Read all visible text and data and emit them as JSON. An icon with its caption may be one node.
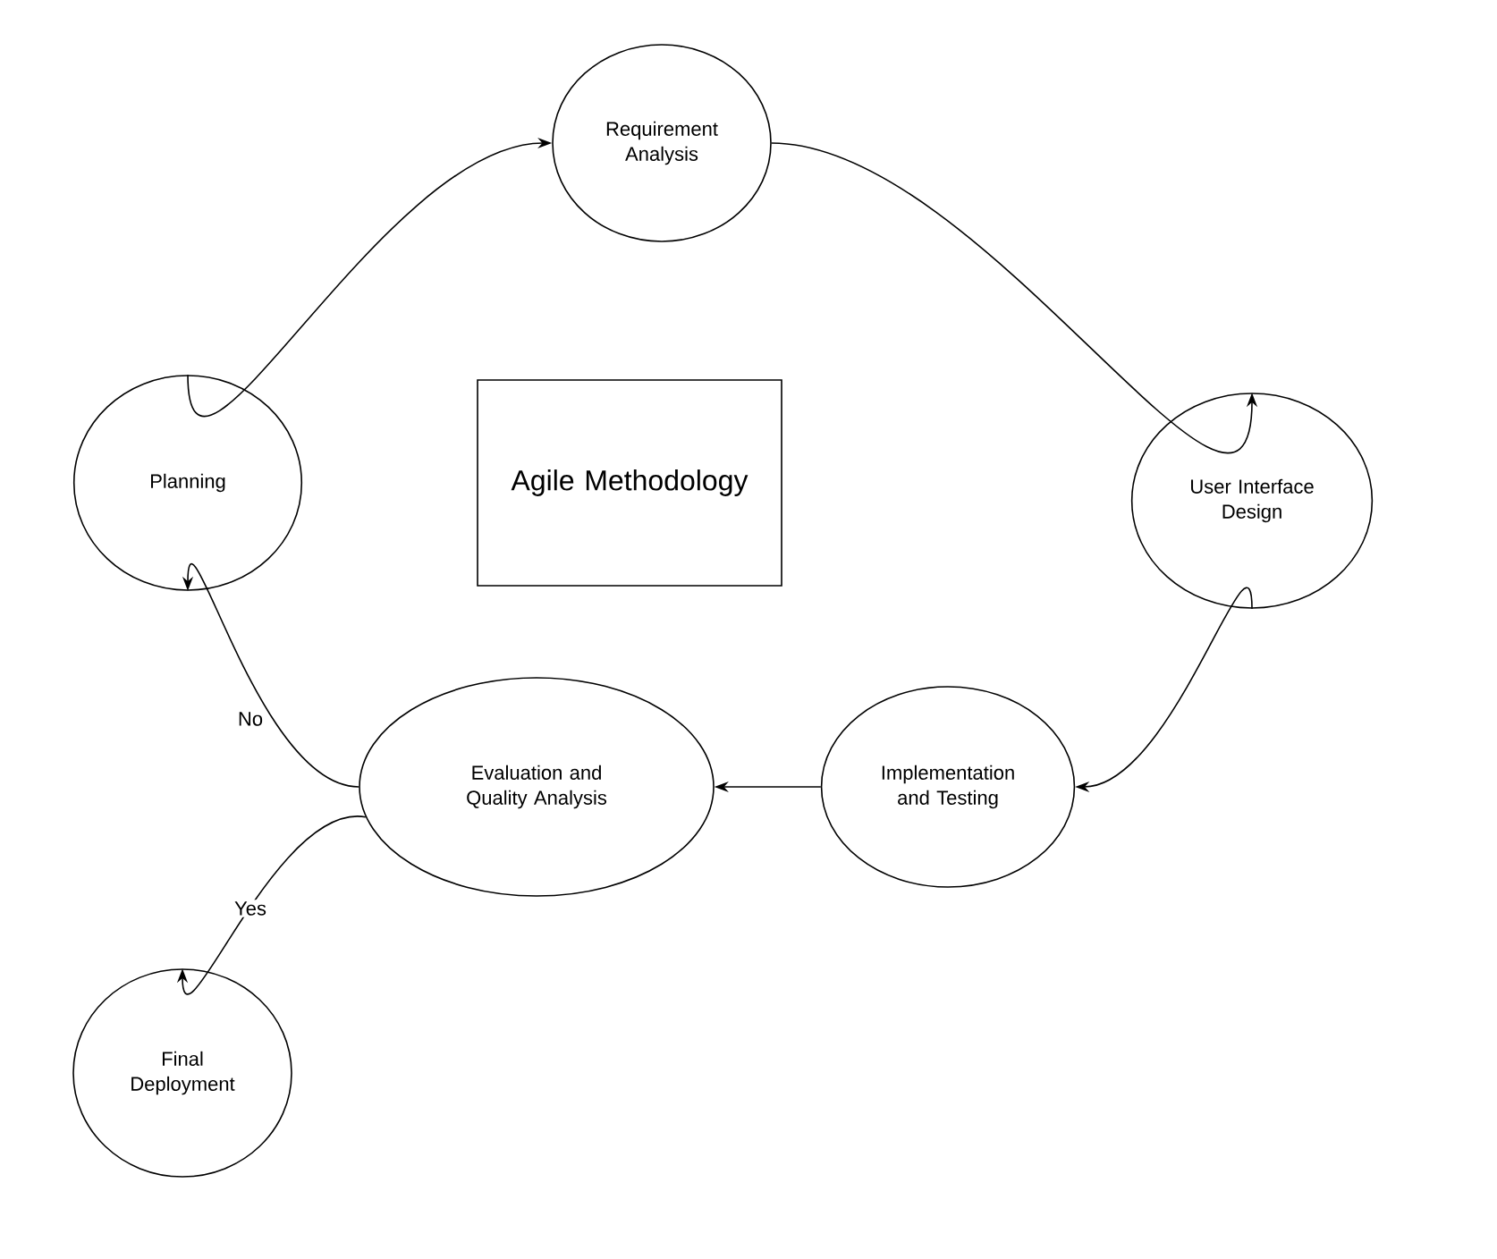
{
  "diagram": {
    "nodes": [
      {
        "text": [
          "Requirement Analysis"
        ]
      },
      {
        "text": [
          "Planning"
        ]
      },
      {
        "text": [
          "Agile Methodology"
        ]
      },
      {
        "text": [
          "User Interface Design"
        ]
      },
      {
        "text": [
          "Evaluation and Quality Analysis"
        ]
      },
      {
        "text": [
          "Implementation and Testing"
        ]
      },
      {
        "text": [
          "Final Deployment"
        ]
      }
    ],
    "edges": [
      {
        "from": 1,
        "to": 0,
        "arrow": "to"
      },
      {
        "from": 0,
        "to": 3,
        "arrow": "to"
      },
      {
        "from": 3,
        "to": 5,
        "arrow": "to"
      },
      {
        "from": 5,
        "to": 4,
        "arrow": "to"
      },
      {
        "from": 4,
        "to": 1,
        "arrow": "to",
        "label": "No"
      },
      {
        "from": 4,
        "to": 6,
        "arrow": "to",
        "label": "Yes"
      }
    ]
  }
}
